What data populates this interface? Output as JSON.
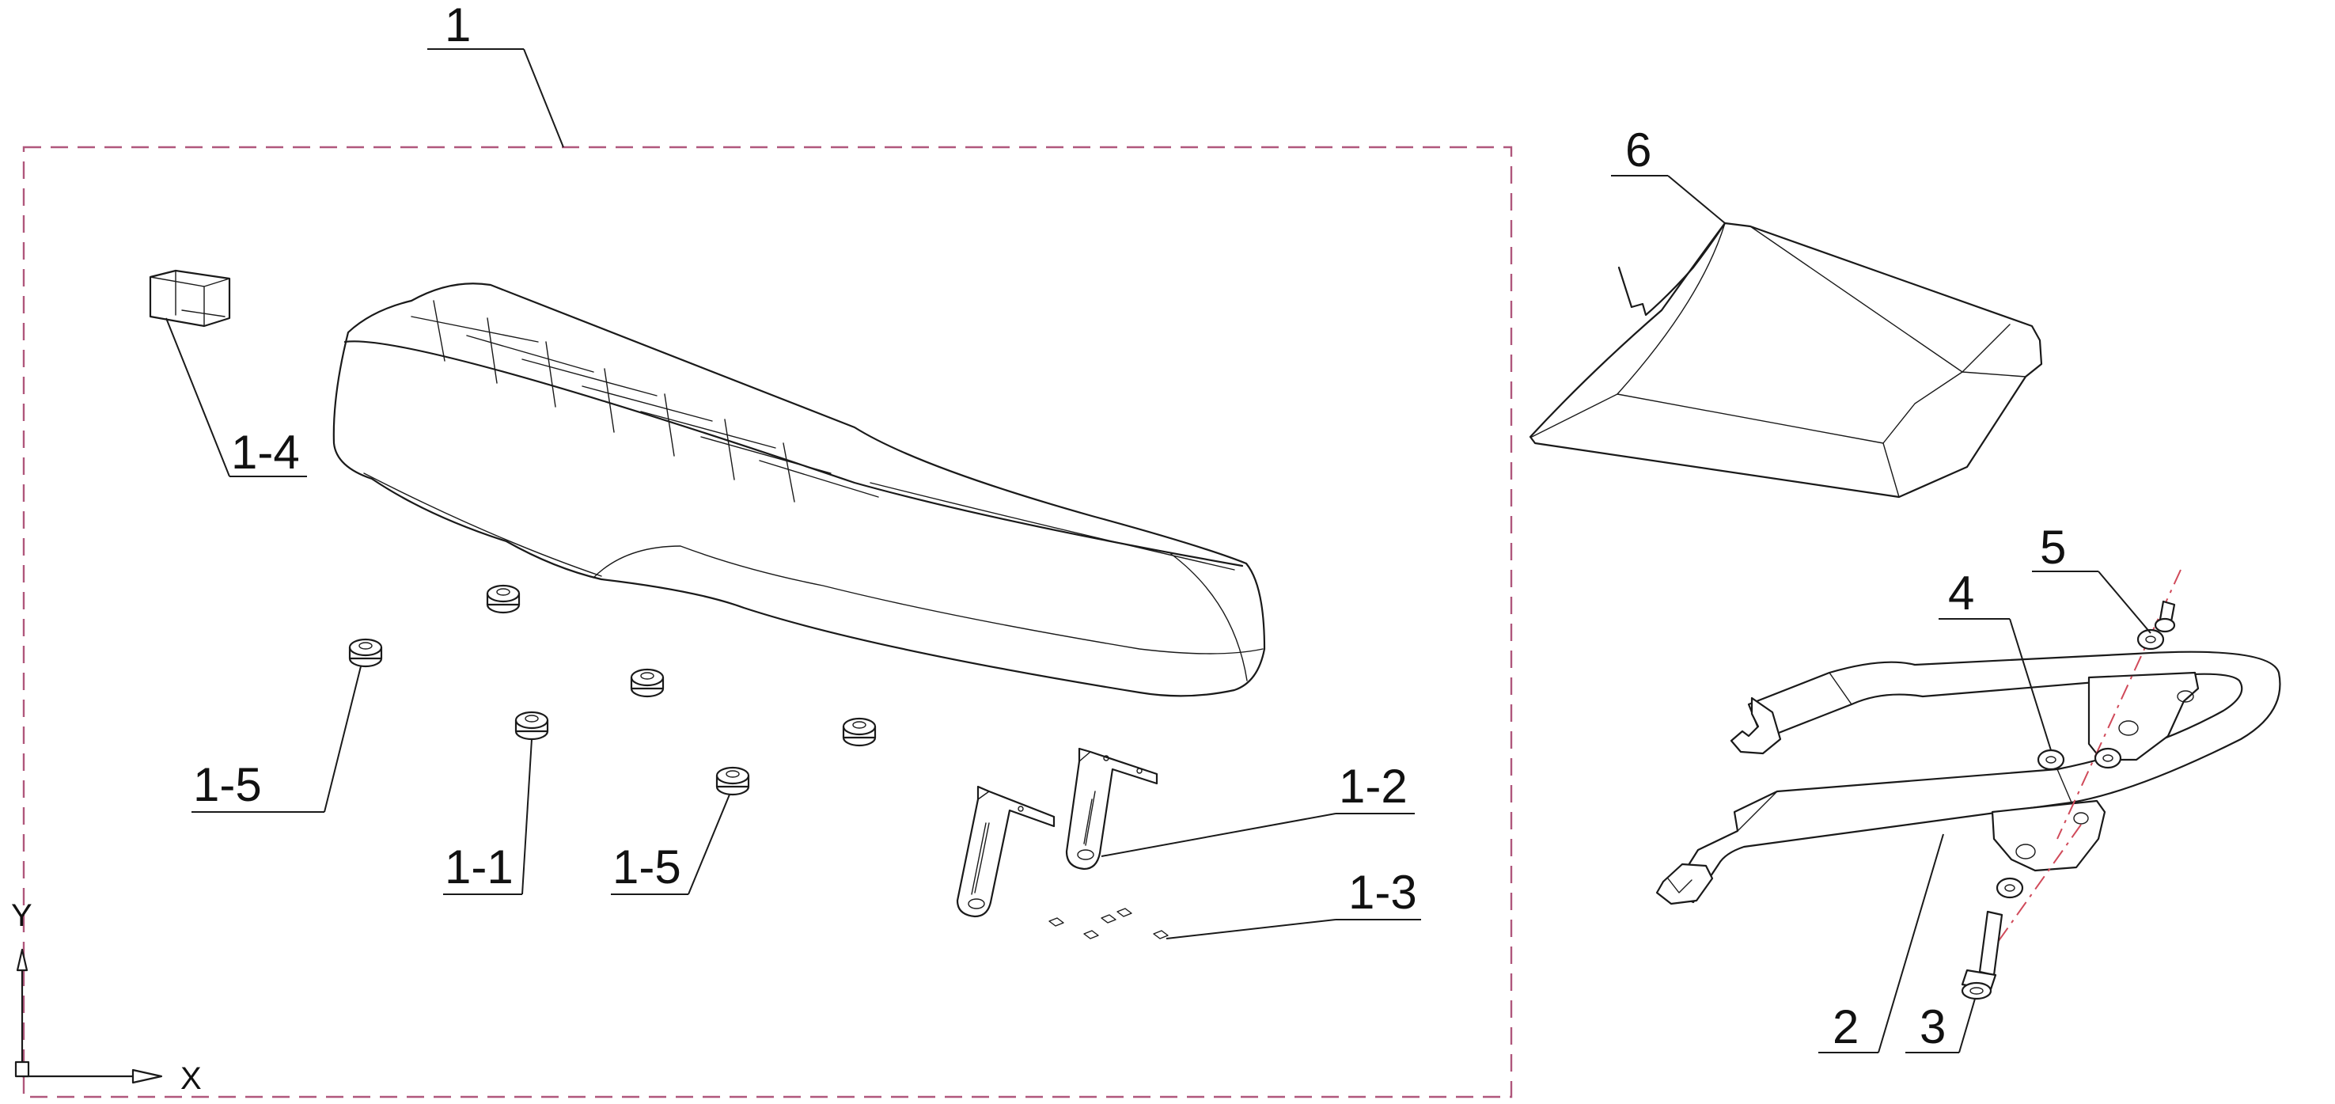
{
  "colors": {
    "line": "#1a1a1a",
    "group_box": "#b0577c",
    "centerline": "#d04a5a",
    "background": "#ffffff"
  },
  "callouts": {
    "c1": "1",
    "c1_4": "1-4",
    "c1_5a": "1-5",
    "c1_1": "1-1",
    "c1_5b": "1-5",
    "c1_2": "1-2",
    "c1_3": "1-3",
    "c2": "2",
    "c3": "3",
    "c4": "4",
    "c5": "5",
    "c6": "6"
  },
  "axes": {
    "y_label": "Y",
    "x_label": "X"
  }
}
